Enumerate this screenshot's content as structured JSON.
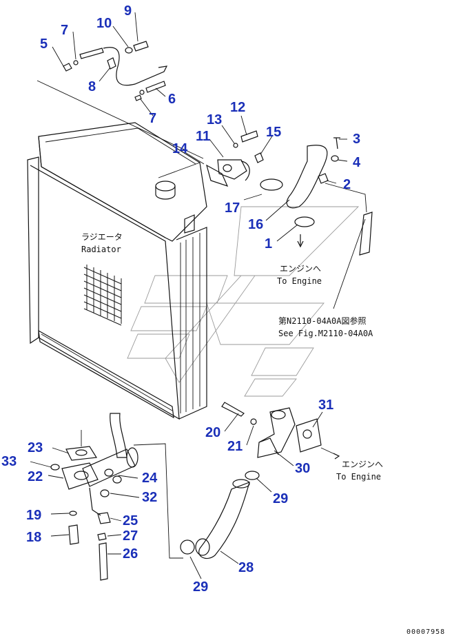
{
  "callouts": {
    "c1": "1",
    "c2": "2",
    "c3": "3",
    "c4": "4",
    "c5": "5",
    "c6": "6",
    "c7a": "7",
    "c7b": "7",
    "c8": "8",
    "c9": "9",
    "c10": "10",
    "c11": "11",
    "c12": "12",
    "c13": "13",
    "c14": "14",
    "c15": "15",
    "c16": "16",
    "c17": "17",
    "c18": "18",
    "c19": "19",
    "c20": "20",
    "c21": "21",
    "c22": "22",
    "c23": "23",
    "c24": "24",
    "c25": "25",
    "c26": "26",
    "c27": "27",
    "c28": "28",
    "c29a": "29",
    "c29b": "29",
    "c30": "30",
    "c31": "31",
    "c32": "32",
    "c33": "33"
  },
  "labels": {
    "radiator_jp": "ラジエータ",
    "radiator_en": "Radiator",
    "to_engine_jp_1": "エンジンへ",
    "to_engine_en_1": "To Engine",
    "see_fig_jp": "第N2110-04A0A図参照",
    "see_fig_en": "See Fig.M2110-04A0A",
    "to_engine_jp_2": "エンジンへ",
    "to_engine_en_2": "To Engine",
    "drawing_number": "00007958"
  },
  "colors": {
    "callout": "#1a2fb8",
    "line": "#111111",
    "watermark": "#9a9a9a"
  }
}
